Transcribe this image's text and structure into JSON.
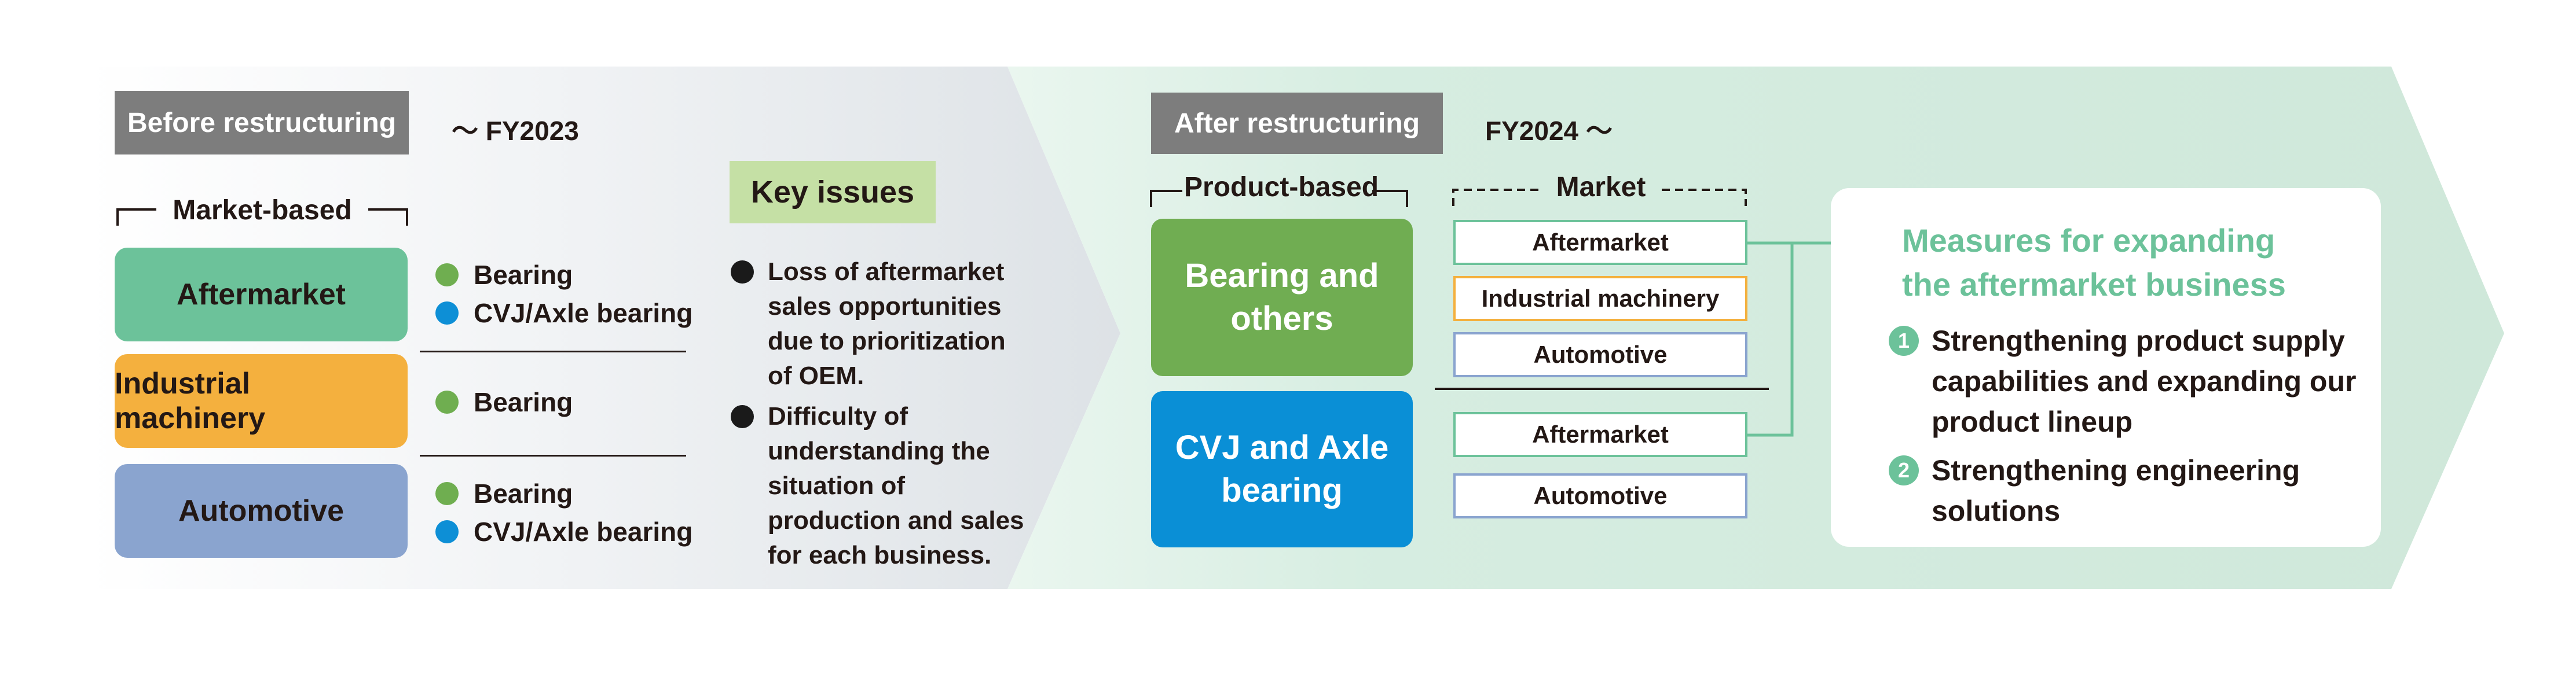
{
  "before": {
    "tag": "Before restructuring",
    "period": "～ FY2023",
    "group_label": "Market-based",
    "markets": [
      {
        "label": "Aftermarket",
        "color": "#6cc29a",
        "products": [
          {
            "label": "Bearing",
            "dot": "#6fae50"
          },
          {
            "label": "CVJ/Axle bearing",
            "dot": "#0d8fd6"
          }
        ]
      },
      {
        "label": "Industrial machinery",
        "color": "#f4b03e",
        "products": [
          {
            "label": "Bearing",
            "dot": "#6fae50"
          }
        ]
      },
      {
        "label": "Automotive",
        "color": "#8aa4cf",
        "products": [
          {
            "label": "Bearing",
            "dot": "#6fae50"
          },
          {
            "label": "CVJ/Axle bearing",
            "dot": "#0d8fd6"
          }
        ]
      }
    ]
  },
  "key_issues": {
    "title": "Key issues",
    "items": [
      [
        "Loss of aftermarket",
        "sales opportunities",
        "due to prioritization",
        "of OEM."
      ],
      [
        "Difficulty of",
        "understanding the",
        "situation of",
        "production and sales",
        "for each business."
      ]
    ]
  },
  "after": {
    "tag": "After restructuring",
    "period": "FY2024 ～",
    "product_label": "Product-based",
    "market_label": "Market",
    "products": [
      {
        "lines": [
          "Bearing and",
          "others"
        ],
        "color": "#70ad52",
        "markets": [
          {
            "label": "Aftermarket",
            "border": "#6cc29a"
          },
          {
            "label": "Industrial machinery",
            "border": "#f4b03e"
          },
          {
            "label": "Automotive",
            "border": "#8aa4cf"
          }
        ]
      },
      {
        "lines": [
          "CVJ and Axle",
          "bearing"
        ],
        "color": "#0a8fd6",
        "markets": [
          {
            "label": "Aftermarket",
            "border": "#6cc29a"
          },
          {
            "label": "Automotive",
            "border": "#8aa4cf"
          }
        ]
      }
    ]
  },
  "measures": {
    "title": [
      "Measures for expanding",
      "the aftermarket business"
    ],
    "items": [
      {
        "num": "1",
        "lines": [
          "Strengthening product supply",
          "capabilities and expanding our",
          "product lineup"
        ]
      },
      {
        "num": "2",
        "lines": [
          "Strengthening engineering",
          "solutions"
        ]
      }
    ]
  },
  "colors": {
    "accent_green": "#6cc29a",
    "before_bg": "#e8ebee",
    "after_bg": "#d3ebdf",
    "tag_gray": "#7d7d7d"
  }
}
